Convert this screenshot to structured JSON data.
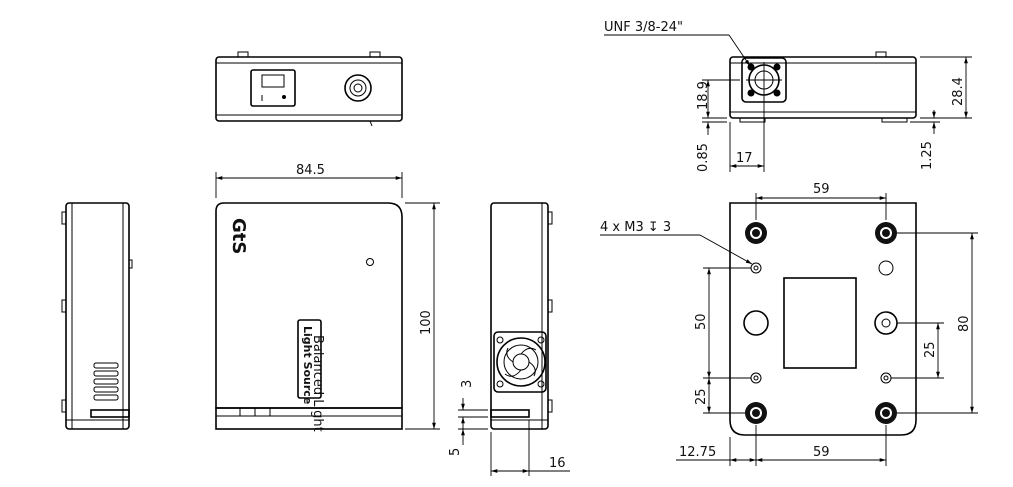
{
  "drawing": {
    "views": [
      "top-view",
      "front-view",
      "left-side-view",
      "right-side-view",
      "end-view",
      "bottom-view"
    ],
    "product_label_1": "Light Source",
    "product_label_2": "Balanced Light",
    "brand_logo_text": "GtS"
  },
  "dimensions": {
    "width_front": "84.5",
    "height_front": "100",
    "side_3": "3",
    "side_5": "5",
    "side_16": "16",
    "thread": "UNF 3/8-24\"",
    "end_18_9": "18.9",
    "end_0_85": "0.85",
    "end_17": "17",
    "end_28_4": "28.4",
    "end_1_25": "1.25",
    "bottom_59_top": "59",
    "bottom_m3": "4 x M3 ↧ 3",
    "bottom_50": "50",
    "bottom_80": "80",
    "bottom_25_right": "25",
    "bottom_25_left": "25",
    "bottom_12_75": "12.75",
    "bottom_59_bottom": "59"
  }
}
